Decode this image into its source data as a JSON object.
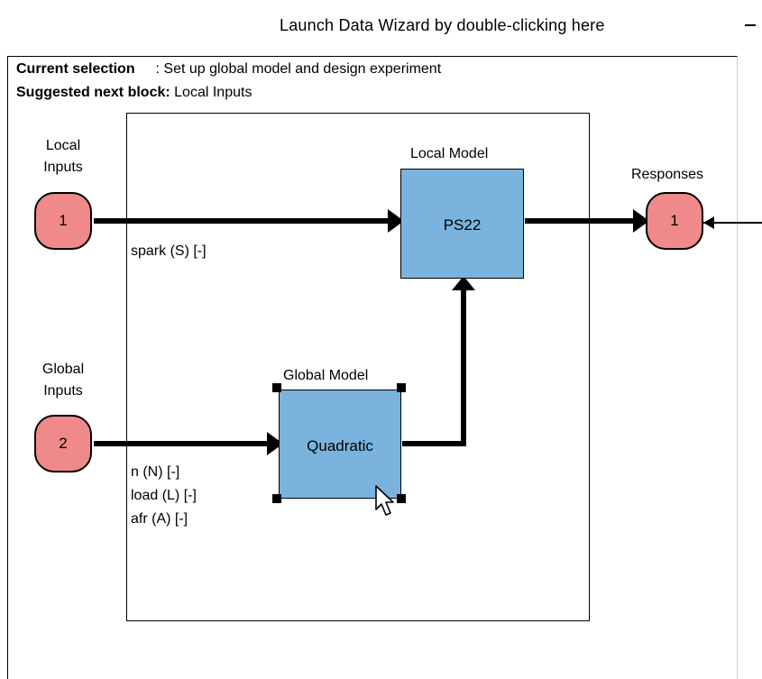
{
  "callout": "Launch Data Wizard by double-clicking here",
  "selection": {
    "current_label": "Current selection",
    "current_value": ": Set up global model and design experiment",
    "next_label": "Suggested next block:",
    "next_value": "Local Inputs"
  },
  "local_inputs": {
    "label_line1": "Local",
    "label_line2": "Inputs",
    "count": "1"
  },
  "global_inputs": {
    "label_line1": "Global",
    "label_line2": "Inputs",
    "count": "2"
  },
  "responses": {
    "label": "Responses",
    "count": "1"
  },
  "local_model": {
    "title": "Local Model",
    "name": "PS22"
  },
  "global_model": {
    "title": "Global Model",
    "name": "Quadratic"
  },
  "local_vars": [
    "spark (S) [-]"
  ],
  "global_vars": [
    "n (N) [-]",
    "load (L) [-]",
    "afr (A) [-]"
  ],
  "colors": {
    "port": "#f08a8a",
    "block": "#7ab3de"
  },
  "icons": {
    "pointer": "mouse-cursor-icon"
  }
}
